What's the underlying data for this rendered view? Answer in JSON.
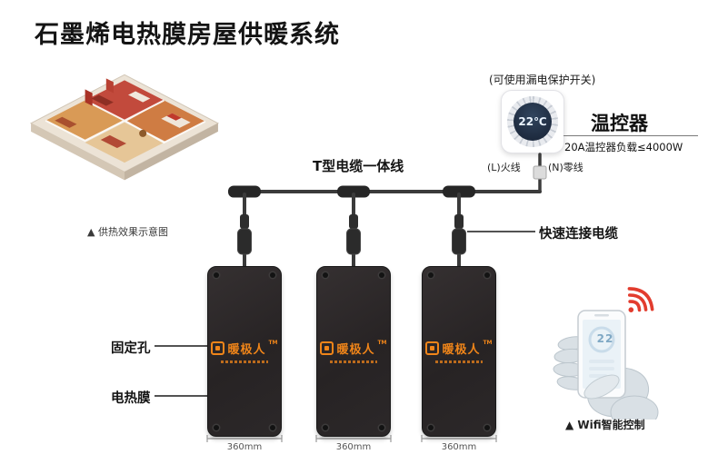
{
  "title": "石墨烯电热膜房屋供暖系统",
  "floorplan": {
    "caption": "▲ 供热效果示意图"
  },
  "thermostat": {
    "note": "(可使用漏电保护开关)",
    "display_temp": "22℃",
    "label": "温控器",
    "spec": "20A温控器负载≤4000W",
    "wire_live": "(L)火线",
    "wire_neutral": "(N)零线"
  },
  "cables": {
    "t_cable_label": "T型电缆一体线",
    "quick_connect_label": "快速连接电缆"
  },
  "panels": {
    "logo_text": "暖极人",
    "logo_tm": "TM",
    "width_label": "360mm",
    "count": 3
  },
  "labels": {
    "fixing_hole": "固定孔",
    "heating_film": "电热膜"
  },
  "wifi_control": {
    "phone_temp": "22",
    "caption": "▲ Wifi智能控制"
  }
}
